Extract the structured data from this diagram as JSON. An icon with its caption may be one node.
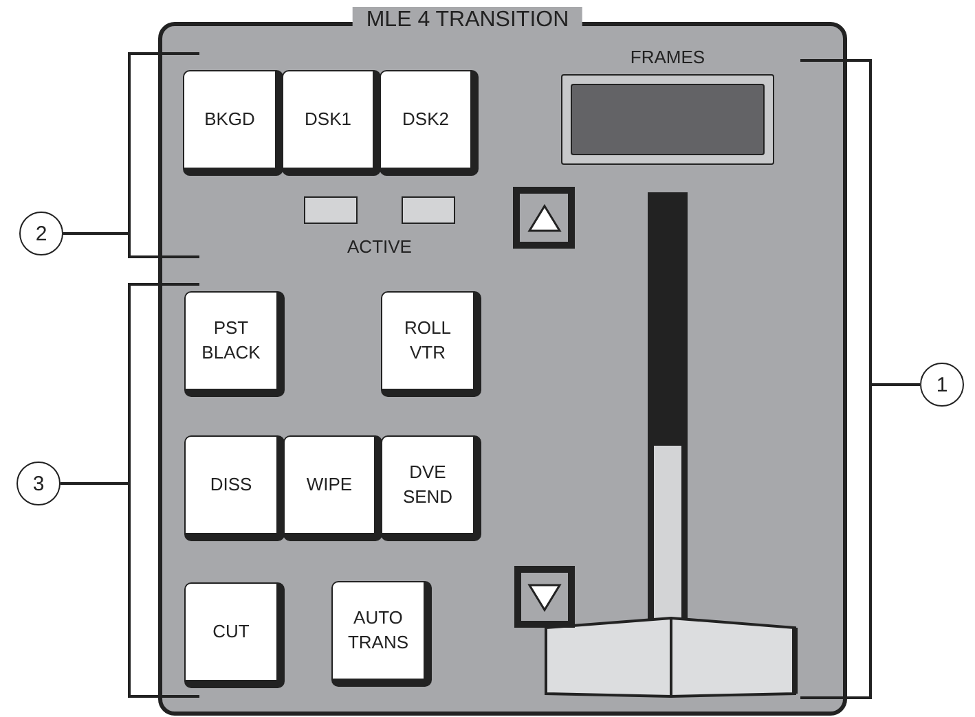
{
  "diagram": {
    "nodes": [
      {
        "text": [
          "MLE 4 TRANSITION"
        ]
      },
      {
        "text": [
          "BKGD"
        ],
        "in": 0
      },
      {
        "text": [
          "DSK1"
        ],
        "in": 0
      },
      {
        "text": [
          "DSK2"
        ],
        "in": 0
      },
      {
        "text": [
          "FRAMES"
        ],
        "in": 0
      },
      {
        "text": [],
        "shape": "box",
        "in": 0
      },
      {
        "text": [
          "PST BLACK"
        ],
        "in": 0
      },
      {
        "text": [
          "ROLL VTR"
        ],
        "in": 0
      },
      {
        "text": [
          "DISS"
        ],
        "in": 0
      },
      {
        "text": [
          "WIPE"
        ],
        "in": 0
      },
      {
        "text": [
          "DVE SEND"
        ],
        "in": 0
      },
      {
        "text": [],
        "shape": "box",
        "in": 0
      },
      {
        "text": [
          "CUT"
        ],
        "in": 0
      },
      {
        "text": [
          "AUTO TRANS"
        ],
        "in": 0
      },
      {
        "text": [
          "1"
        ]
      },
      {
        "text": [
          "2"
        ]
      },
      {
        "text": [
          "3"
        ]
      },
      {
        "text": [],
        "shape": "bracket"
      },
      {
        "text": [],
        "shape": "bracket"
      },
      {
        "text": [],
        "shape": "bracket"
      }
    ],
    "edges": [
      {
        "from": 14,
        "to": 17,
        "arrow": "none"
      },
      {
        "from": 15,
        "to": 18,
        "arrow": "none"
      },
      {
        "from": 16,
        "to": 19,
        "arrow": "none"
      }
    ],
    "labels": [
      "ACTIVE"
    ]
  }
}
